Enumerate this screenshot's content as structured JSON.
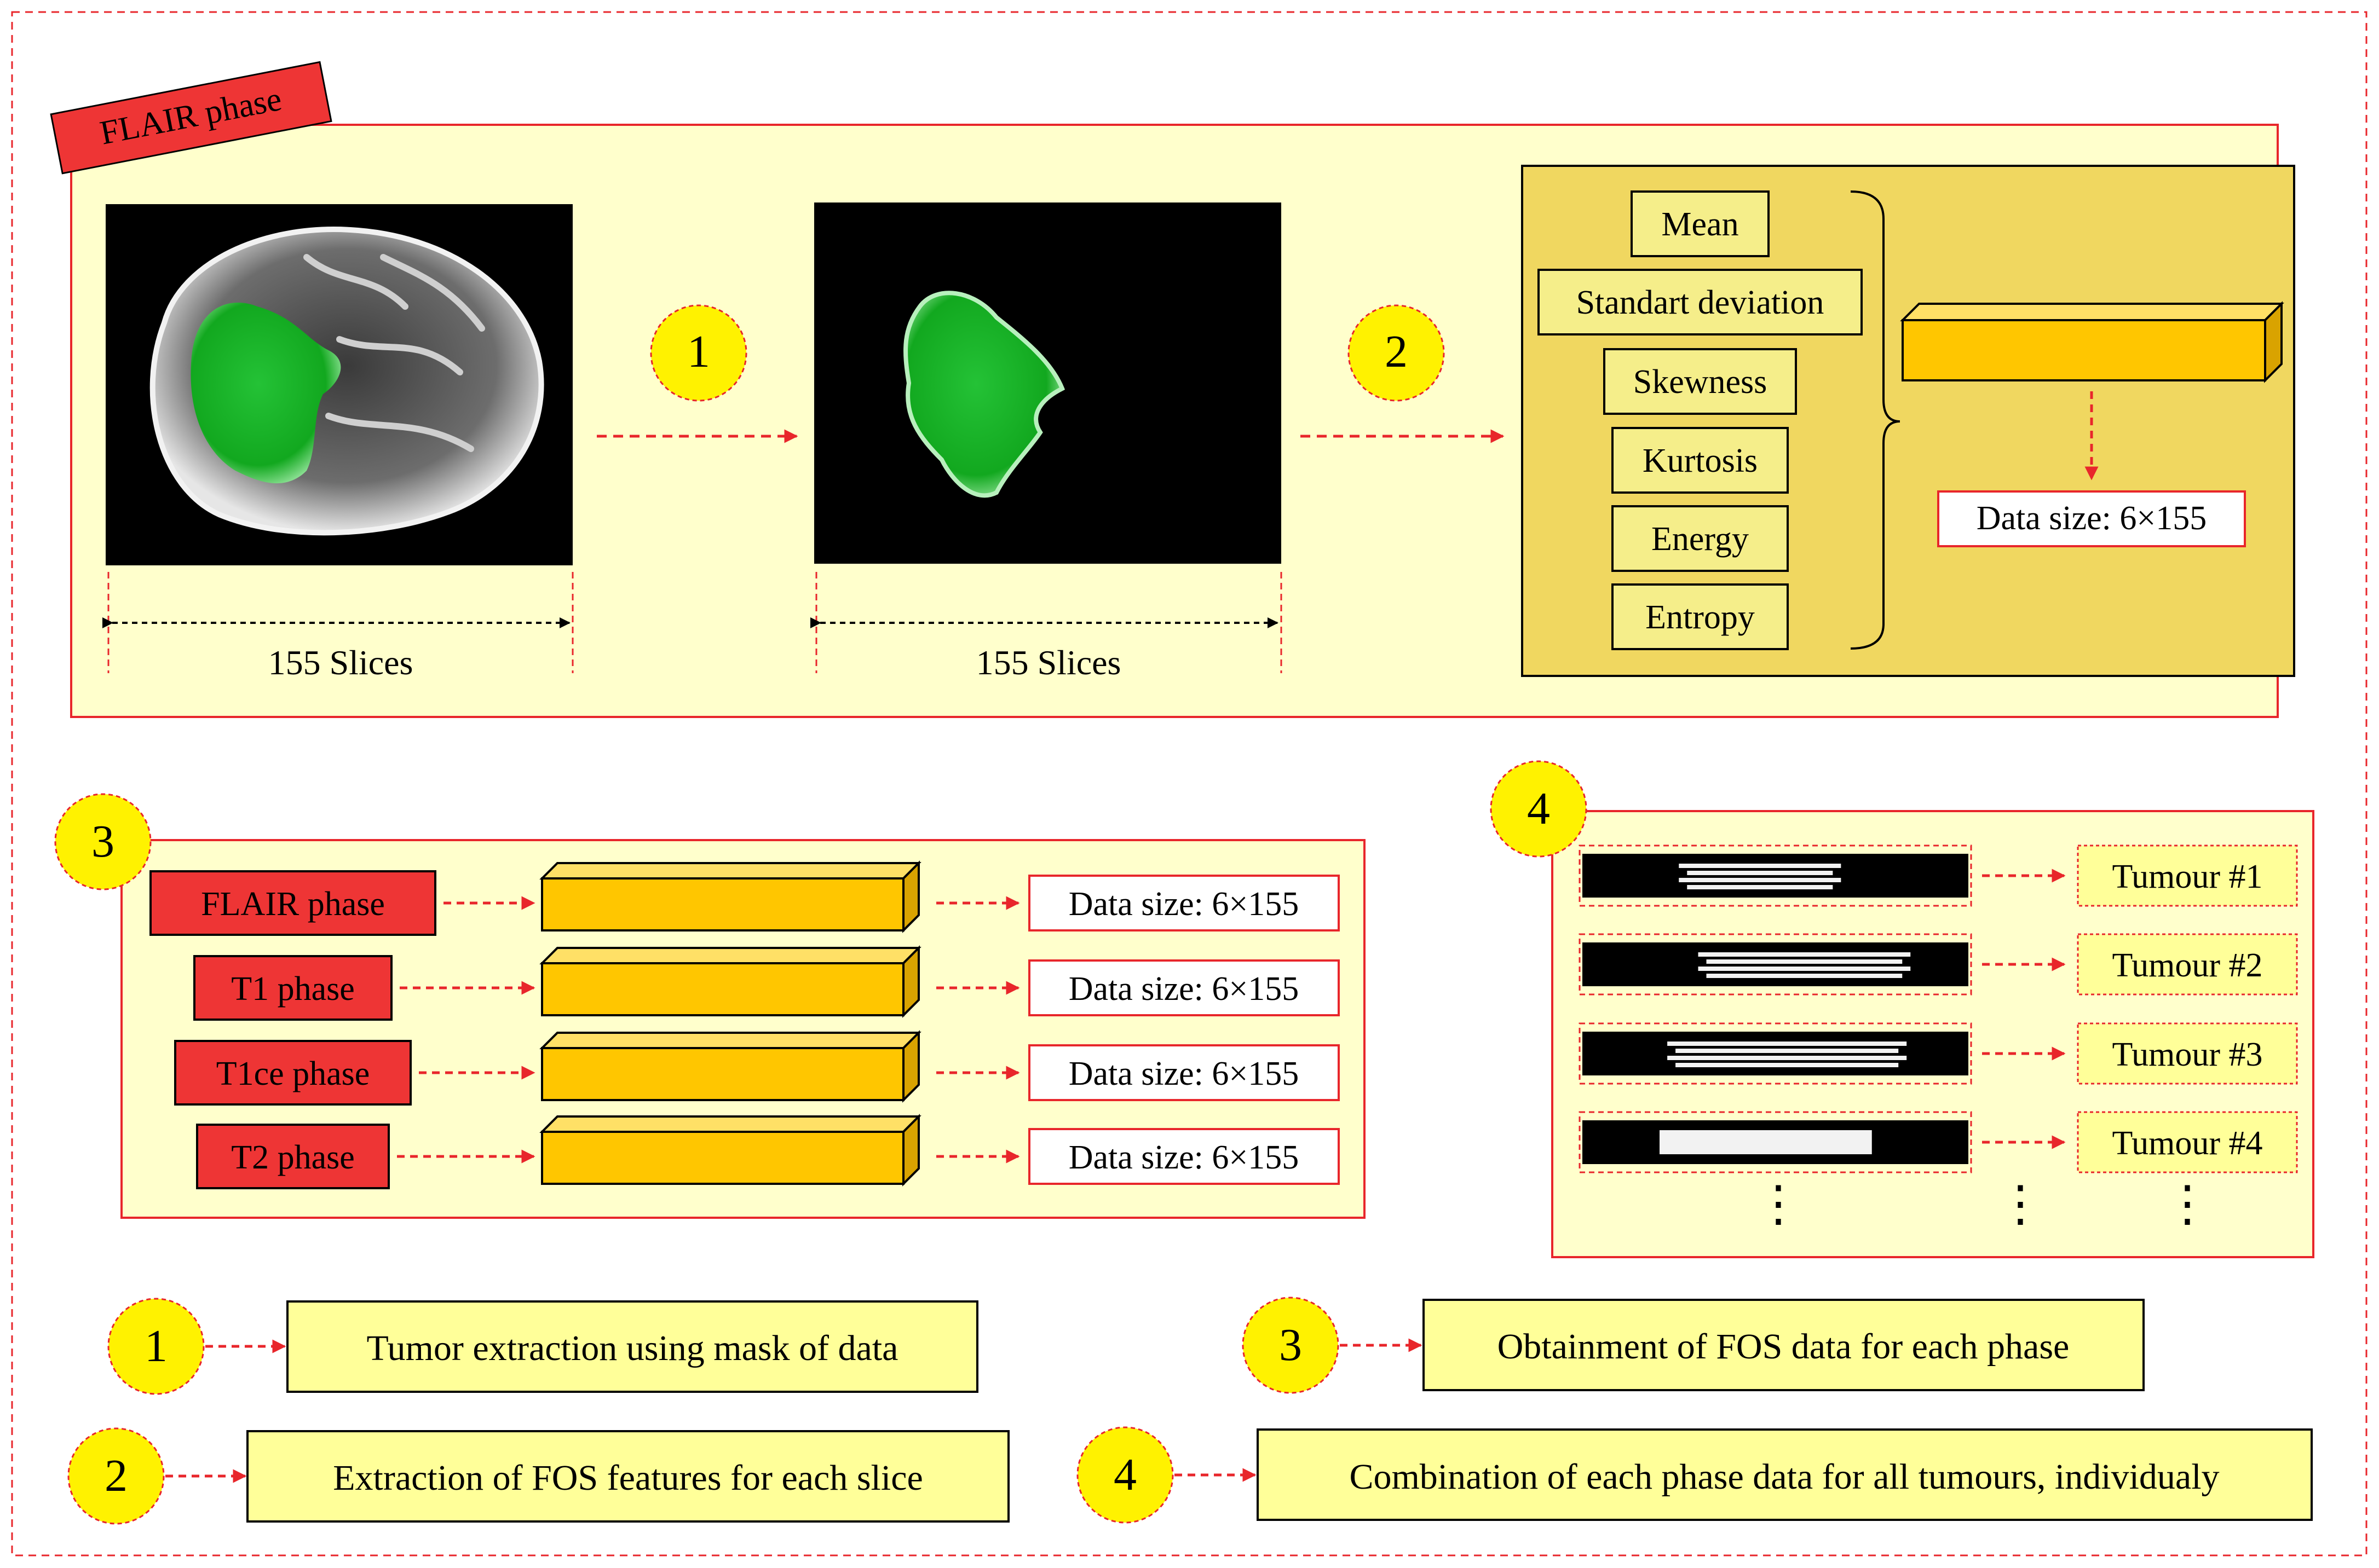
{
  "colors": {
    "panel_fill": "#FFFFCC",
    "panel_border": "#E8262B",
    "label_red": "#EE3535",
    "bar_yellow": "#FFC600",
    "feature_box_fill": "#F5EE8A",
    "feature_panel_fill": "#F0D760",
    "number_circle": "#FFF200",
    "arrow_red": "#E8262B",
    "tumour_label_fill": "#FFFF99"
  },
  "flair_panel": {
    "title": "FLAIR phase",
    "image1_caption": "155 Slices",
    "image2_caption": "155 Slices",
    "step1_number": "1",
    "step2_number": "2",
    "image1_icon": "brain-mri-with-green-tumor",
    "image2_icon": "extracted-green-tumor",
    "features": [
      "Mean",
      "Standart deviation",
      "Skewness",
      "Kurtosis",
      "Energy",
      "Entropy"
    ],
    "data_size": "Data size: 6×155"
  },
  "phase_panel": {
    "number": "3",
    "rows": [
      {
        "phase": "FLAIR phase",
        "data_size": "Data size: 6×155"
      },
      {
        "phase": "T1 phase",
        "data_size": "Data size: 6×155"
      },
      {
        "phase": "T1ce phase",
        "data_size": "Data size: 6×155"
      },
      {
        "phase": "T2 phase",
        "data_size": "Data size: 6×155"
      }
    ]
  },
  "tumour_panel": {
    "number": "4",
    "tumours": [
      "Tumour #1",
      "Tumour #2",
      "Tumour #3",
      "Tumour #4"
    ],
    "ellipsis": "⋮"
  },
  "legend": [
    {
      "number": "1",
      "text": "Tumor extraction using mask of data"
    },
    {
      "number": "2",
      "text": "Extraction of FOS features for each slice"
    },
    {
      "number": "3",
      "text": "Obtainment of FOS data for each phase"
    },
    {
      "number": "4",
      "text": "Combination of each phase data for all tumours, individualy"
    }
  ]
}
